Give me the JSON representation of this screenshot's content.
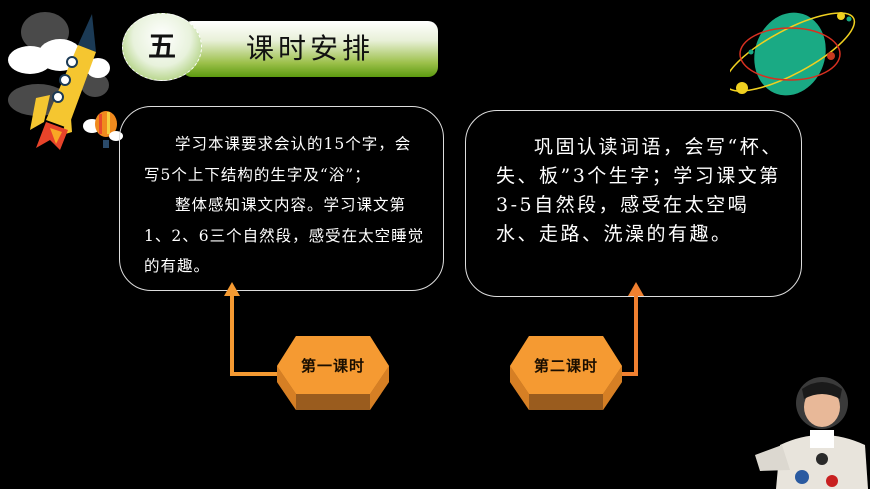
{
  "header": {
    "section_number": "五",
    "title": "课时安排"
  },
  "lessons": [
    {
      "label": "第一课时",
      "paragraphs": [
        "学习本课要求会认的15个字，会写5个上下结构的生字及“浴”；",
        "整体感知课文内容。学习课文第1、2、6三个自然段，感受在太空睡觉的有趣。"
      ]
    },
    {
      "label": "第二课时",
      "paragraphs": [
        "巩固认读词语，会写“杯、失、板”3个生字；学习课文第3-5自然段，感受在太空喝水、走路、洗澡的有趣。"
      ]
    }
  ],
  "colors": {
    "background": "#000000",
    "accent_orange": "#f59a32",
    "banner_green": "#6aa41c",
    "box_border": "#dddddd"
  },
  "decorations": [
    "rocket-icon",
    "cloud-icon",
    "hot-air-balloon-icon",
    "planet-icon",
    "astronaut-photo"
  ]
}
